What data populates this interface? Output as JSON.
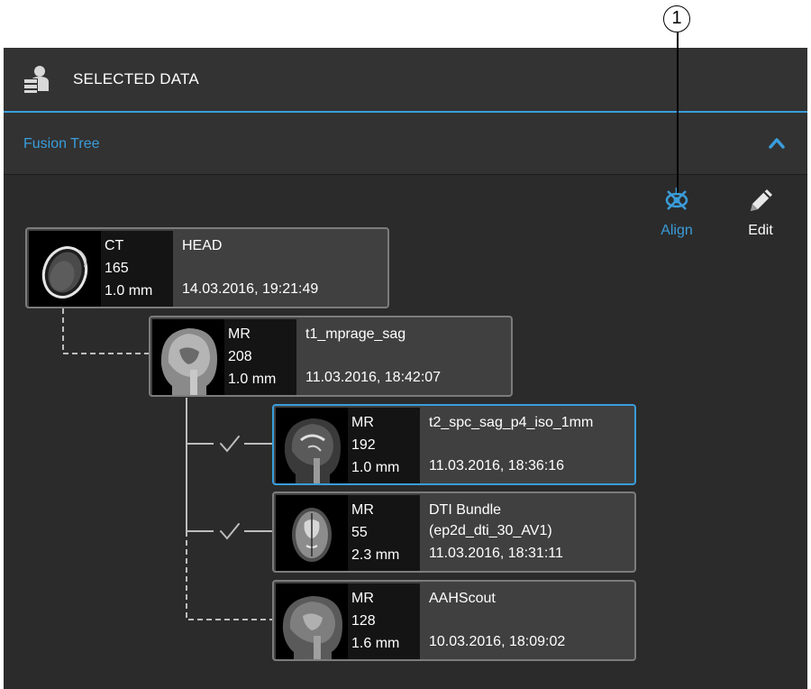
{
  "callout": {
    "number": "1"
  },
  "header": {
    "title": "SELECTED DATA",
    "icon": "patient-data-icon"
  },
  "section": {
    "title": "Fusion Tree",
    "toggle_icon": "chevron-up-icon"
  },
  "toolbar": {
    "align_label": "Align",
    "edit_label": "Edit"
  },
  "colors": {
    "accent": "#3a9ddb",
    "panel": "#2b2b2b",
    "card": "#404040"
  },
  "series": [
    {
      "modality": "CT",
      "images": "165",
      "thickness": "1.0 mm",
      "name": "HEAD",
      "name2": "",
      "date": "14.03.2016, 19:21:49",
      "selected": false
    },
    {
      "modality": "MR",
      "images": "208",
      "thickness": "1.0 mm",
      "name": "t1_mprage_sag",
      "name2": "",
      "date": "11.03.2016, 18:42:07",
      "selected": false
    },
    {
      "modality": "MR",
      "images": "192",
      "thickness": "1.0 mm",
      "name": "t2_spc_sag_p4_iso_1mm",
      "name2": "",
      "date": "11.03.2016, 18:36:16",
      "selected": true
    },
    {
      "modality": "MR",
      "images": "55",
      "thickness": "2.3 mm",
      "name": "DTI Bundle",
      "name2": "(ep2d_dti_30_AV1)",
      "date": "11.03.2016, 18:31:11",
      "selected": false
    },
    {
      "modality": "MR",
      "images": "128",
      "thickness": "1.6 mm",
      "name": "AAHScout",
      "name2": "",
      "date": "10.03.2016, 18:09:02",
      "selected": false
    }
  ]
}
